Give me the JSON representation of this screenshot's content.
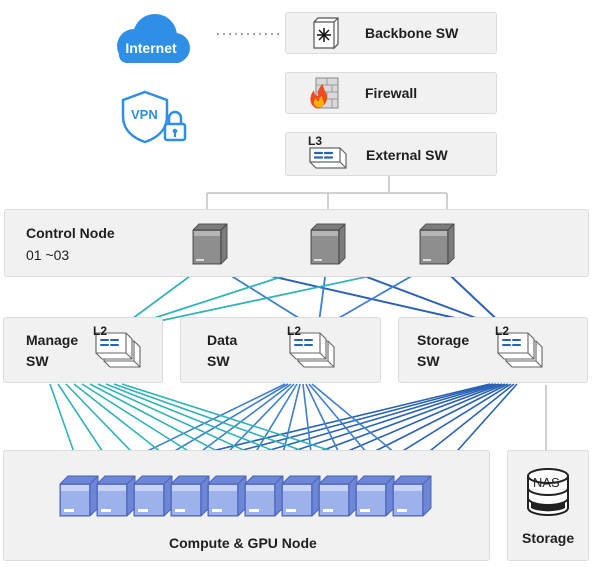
{
  "internet": {
    "label": "Internet"
  },
  "vpn": {
    "label": "VPN"
  },
  "backbone": {
    "label": "Backbone SW"
  },
  "firewall": {
    "label": "Firewall"
  },
  "external": {
    "label": "External SW",
    "badge": "L3"
  },
  "control": {
    "line1": "Control Node",
    "line2": "01 ~03"
  },
  "manage": {
    "line1": "Manage",
    "line2": "SW",
    "badge": "L2"
  },
  "data_sw": {
    "line1": "Data",
    "line2": "SW",
    "badge": "L2"
  },
  "storage_sw": {
    "line1": "Storage",
    "line2": "SW",
    "badge": "L2"
  },
  "compute": {
    "label": "Compute & GPU Node",
    "node_count": 10
  },
  "nas": {
    "icon_label": "NAS",
    "label": "Storage"
  },
  "colors": {
    "teal": "#33b3b8",
    "blue": "#3f7fd0",
    "darkblue": "#2a63b5",
    "cloud": "#2f8fe6"
  }
}
